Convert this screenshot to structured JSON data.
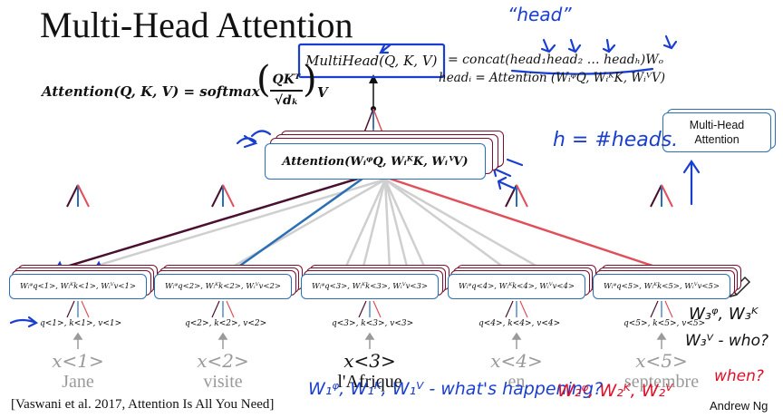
{
  "title": "Multi-Head Attention",
  "equations": {
    "multihead_box": "MultiHead(Q, K, V)",
    "concat": "= concat(head₁head₂ … headₕ)Wₒ",
    "head_i": "headᵢ = Attention (WᵢᵠQ, WᵢᴷK, WᵢⱽV)",
    "attention_left": "Attention(Q, K, V) = softmax",
    "attention_frac_num": "QKᵀ",
    "attention_frac_den": "√dₖ",
    "attention_v": "V"
  },
  "attention_block": {
    "label": "Attention(WᵢᵠQ, WᵢᴷK, WᵢⱽV)"
  },
  "mha_box": {
    "line1": "Multi-Head",
    "line2": "Attention"
  },
  "tokens": [
    {
      "card": "Wᵢᵠq<1>, Wᵢᴷk<1>, Wᵢⱽv<1>",
      "qkv": "q<1>, k<1>, v<1>",
      "x": "x<1>",
      "word": "Jane",
      "word_color": "#9a9a9a"
    },
    {
      "card": "Wᵢᵠq<2>, Wᵢᴷk<2>, Wᵢⱽv<2>",
      "qkv": "q<2>, k<2>, v<2>",
      "x": "x<2>",
      "word": "visite",
      "word_color": "#9a9a9a"
    },
    {
      "card": "Wᵢᵠq<3>, Wᵢᴷk<3>, Wᵢⱽv<3>",
      "qkv": "q<3>, k<3>, v<3>",
      "x": "x<3>",
      "word": "l'Afrique",
      "word_color": "#111111"
    },
    {
      "card": "Wᵢᵠq<4>, Wᵢᴷk<4>, Wᵢⱽv<4>",
      "qkv": "q<4>, k<4>, v<4>",
      "x": "x<4>",
      "word": "en",
      "word_color": "#9a9a9a"
    },
    {
      "card": "Wᵢᵠq<5>, Wᵢᴷk<5>, Wᵢⱽv<5>",
      "qkv": "q<5>, k<5>, v<5>",
      "x": "x<5>",
      "word": "septembre",
      "word_color": "#9a9a9a"
    }
  ],
  "citation": "[Vaswani et al. 2017, Attention Is All You Need]",
  "author": "Andrew Ng",
  "annotations": {
    "head": "“head”",
    "h_heads": "h = #heads.",
    "w1": "W₁ᵠ, W₁ᴷ, W₁ⱽ - what's happening?",
    "w2": "W₂ᵠ, W₂ᴷ, W₂ⱽ",
    "when": "when?",
    "w3": "W₃ᵠ, W₃ᴷ",
    "w3v": "W₃ⱽ - who?"
  },
  "colors": {
    "blue": "#2a6fb5",
    "red": "#e0505a",
    "dark_maroon": "#4a1030",
    "ink_blue": "#1a3fd0",
    "ink_red": "#e0102a",
    "grey_line": "#cfcfcf"
  }
}
